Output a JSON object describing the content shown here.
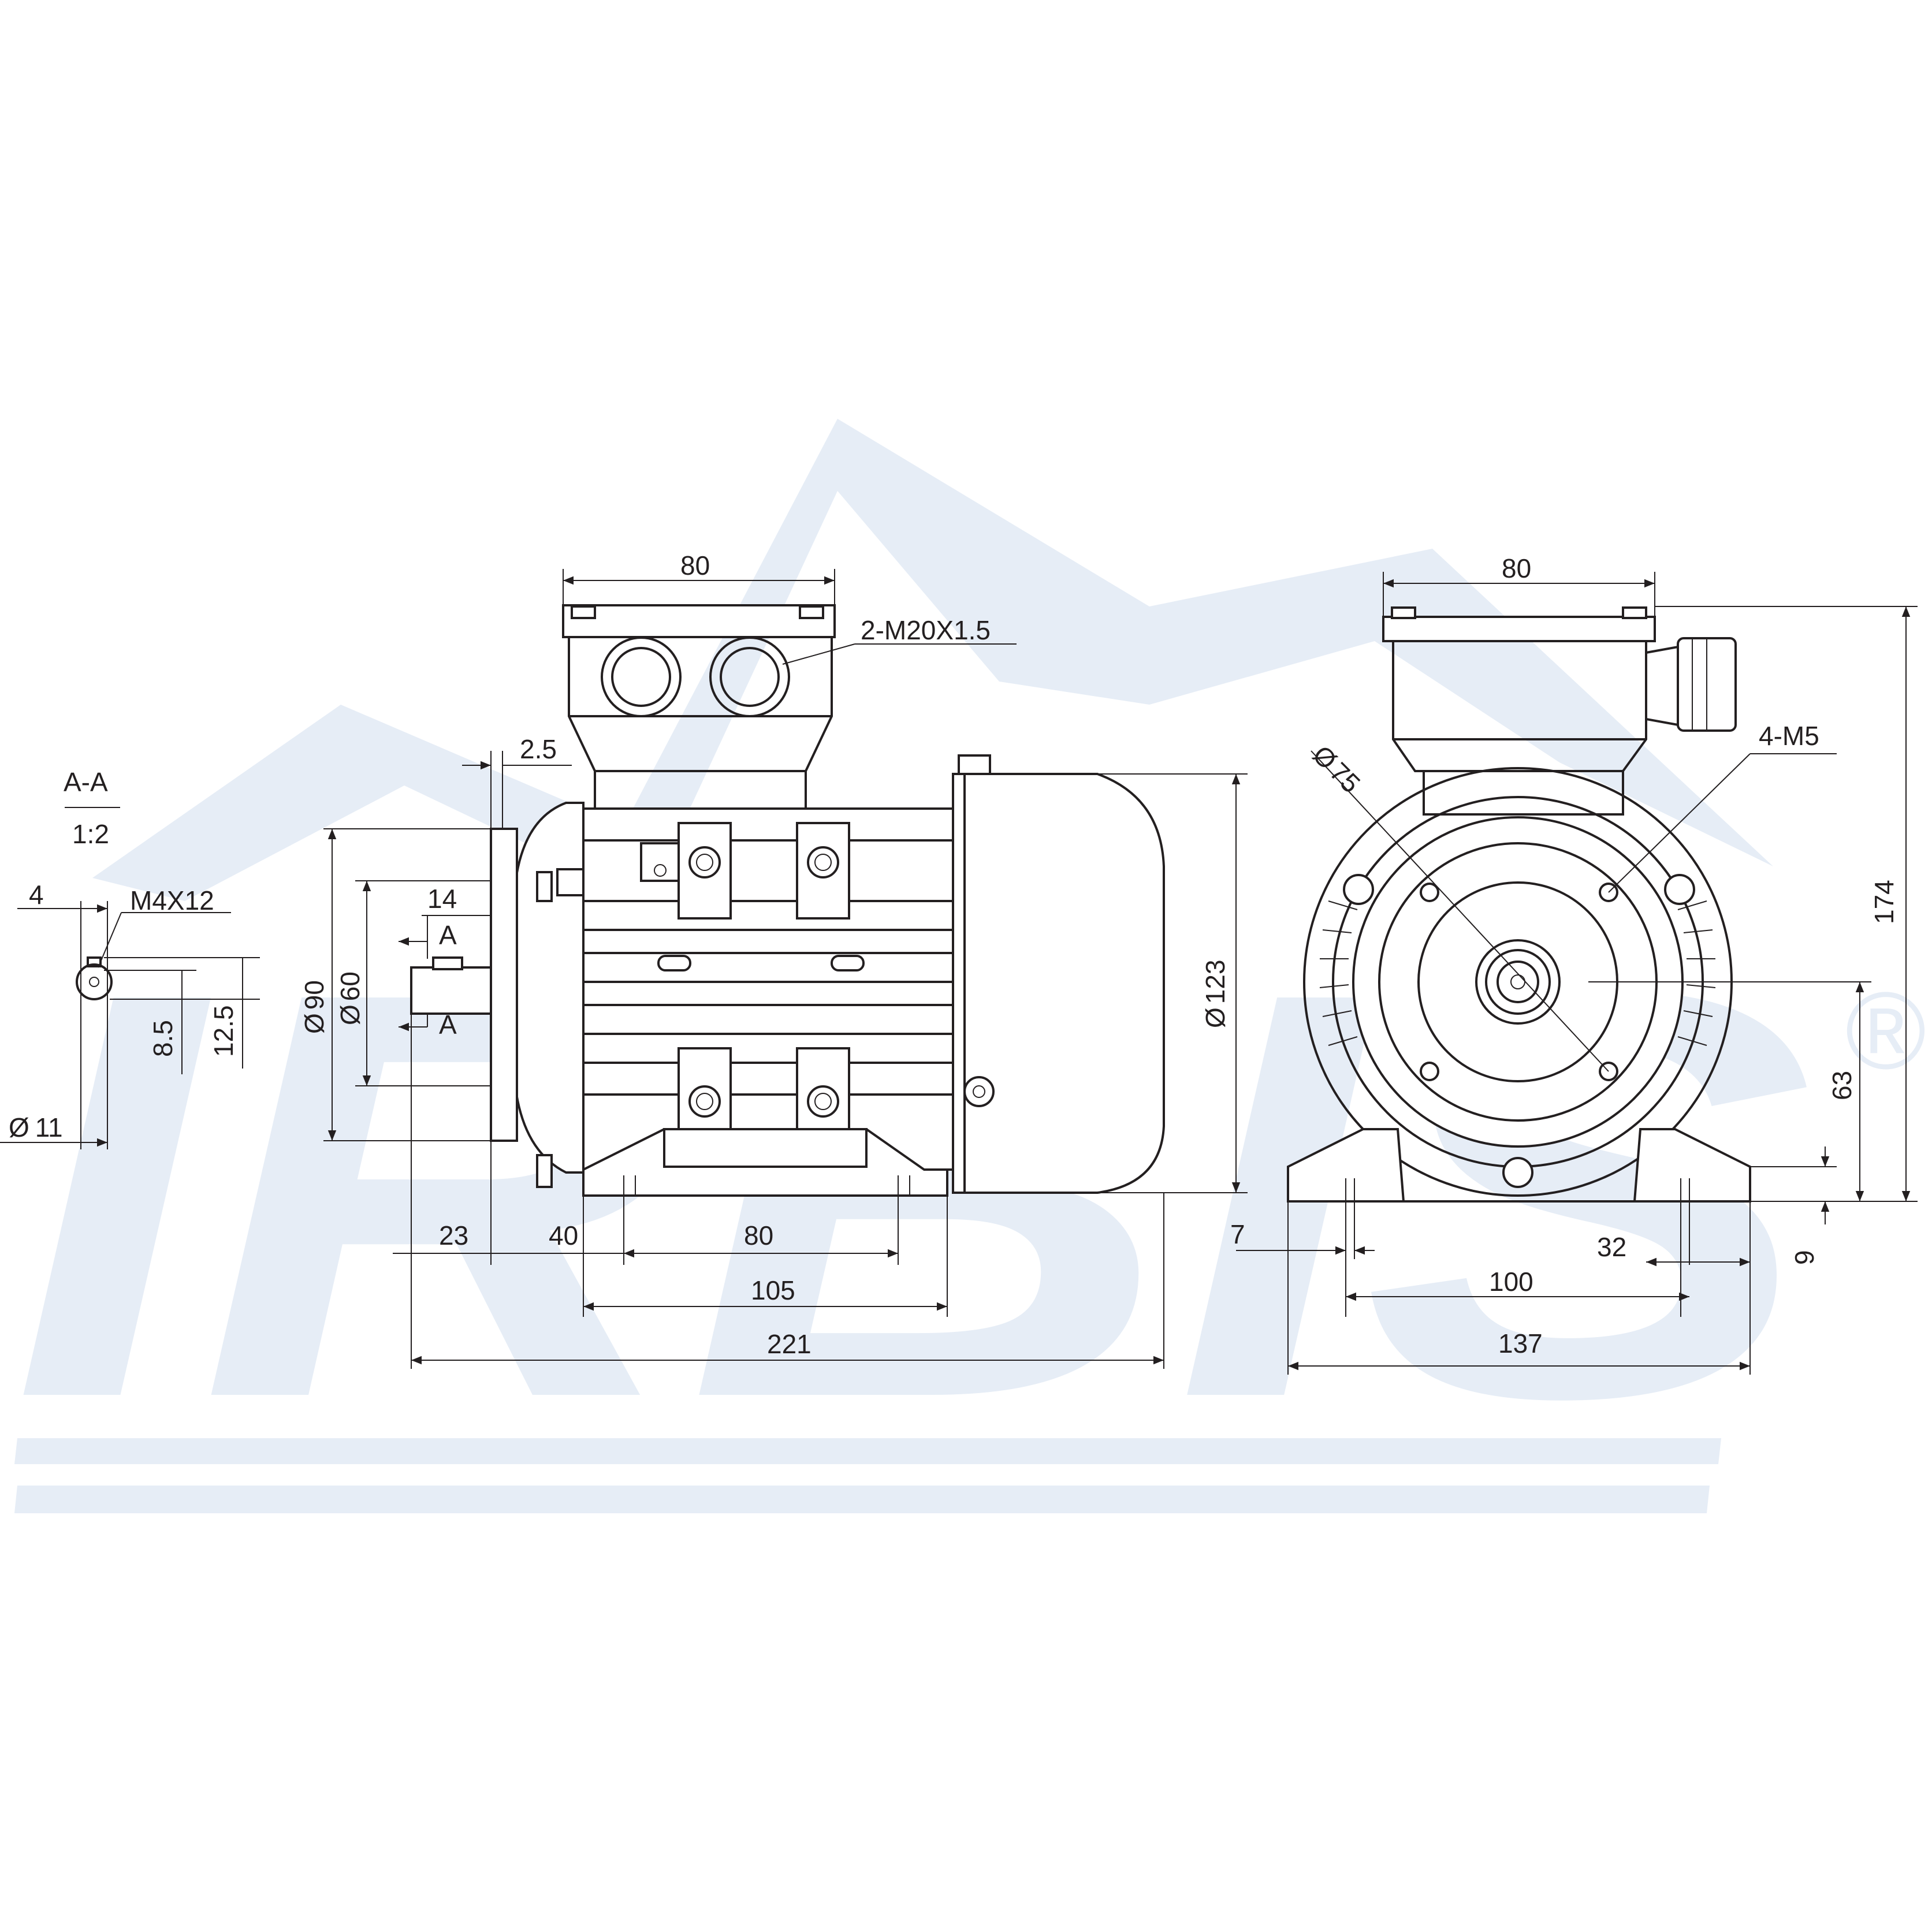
{
  "watermark": {
    "brand_text": "IRBIS",
    "registered_symbol": "®"
  },
  "section_view": {
    "title": "A-A",
    "scale": "1:2",
    "dims": {
      "key_width": "4",
      "thread": "M4X12",
      "key_depth": "8.5",
      "shaft_height": "12.5",
      "shaft_dia": "11"
    }
  },
  "side_view": {
    "dims": {
      "box_width": "80",
      "cable_glands": "2-M20X1.5",
      "flange_thickness": "2.5",
      "key_length": "14",
      "section_mark_top": "A",
      "section_mark_bottom": "A",
      "flange_dia": "90",
      "spigot_dia": "60",
      "body_dia": "123",
      "shaft_length": "23",
      "foot_offset": "40",
      "foot_hole_spacing": "80",
      "foot_length": "105",
      "overall_length": "221"
    },
    "diameter_symbol": "Ø"
  },
  "front_view": {
    "dims": {
      "box_width": "80",
      "overall_height": "174",
      "holes": "4-M5",
      "pcd": "75",
      "shaft_height": "63",
      "foot_thickness": "9",
      "foot_slot": "7",
      "foot_width": "32",
      "foot_hole_spacing": "100",
      "overall_width": "137"
    },
    "diameter_symbol": "Ø"
  },
  "colors": {
    "line": "#231f20",
    "watermark": "#e6edf6",
    "background": "#ffffff"
  }
}
